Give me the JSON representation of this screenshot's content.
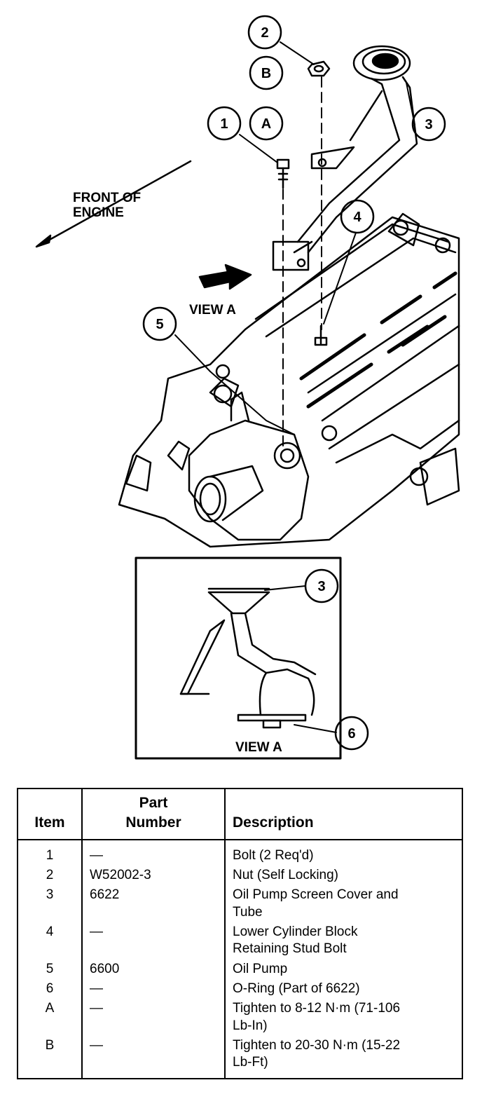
{
  "diagram": {
    "callouts": {
      "c1": "1",
      "c2": "2",
      "c3_main": "3",
      "c4": "4",
      "c5": "5",
      "cA": "A",
      "cB": "B",
      "c3_view": "3",
      "c6": "6"
    },
    "labels": {
      "front_line1": "FRONT OF",
      "front_line2": "ENGINE",
      "view_a_main": "VIEW A",
      "view_a_inset": "VIEW A"
    }
  },
  "table": {
    "headers": {
      "item": "Item",
      "part_line1": "Part",
      "part_line2": "Number",
      "description": "Description"
    },
    "rows": [
      {
        "item": "1",
        "part": "—",
        "desc1": "Bolt (2 Req'd)",
        "desc2": ""
      },
      {
        "item": "2",
        "part": "W52002-3",
        "desc1": "Nut (Self Locking)",
        "desc2": ""
      },
      {
        "item": "3",
        "part": "6622",
        "desc1": "Oil Pump Screen Cover and",
        "desc2": "Tube"
      },
      {
        "item": "4",
        "part": "—",
        "desc1": "Lower Cylinder Block",
        "desc2": "Retaining Stud Bolt"
      },
      {
        "item": "5",
        "part": "6600",
        "desc1": "Oil Pump",
        "desc2": ""
      },
      {
        "item": "6",
        "part": "—",
        "desc1": "O-Ring (Part of 6622)",
        "desc2": ""
      },
      {
        "item": "A",
        "part": "—",
        "desc1": "Tighten to 8-12 N·m (71-106",
        "desc2": "Lb-In)"
      },
      {
        "item": "B",
        "part": "—",
        "desc1": "Tighten to 20-30 N·m (15-22",
        "desc2": "Lb-Ft)"
      }
    ]
  }
}
